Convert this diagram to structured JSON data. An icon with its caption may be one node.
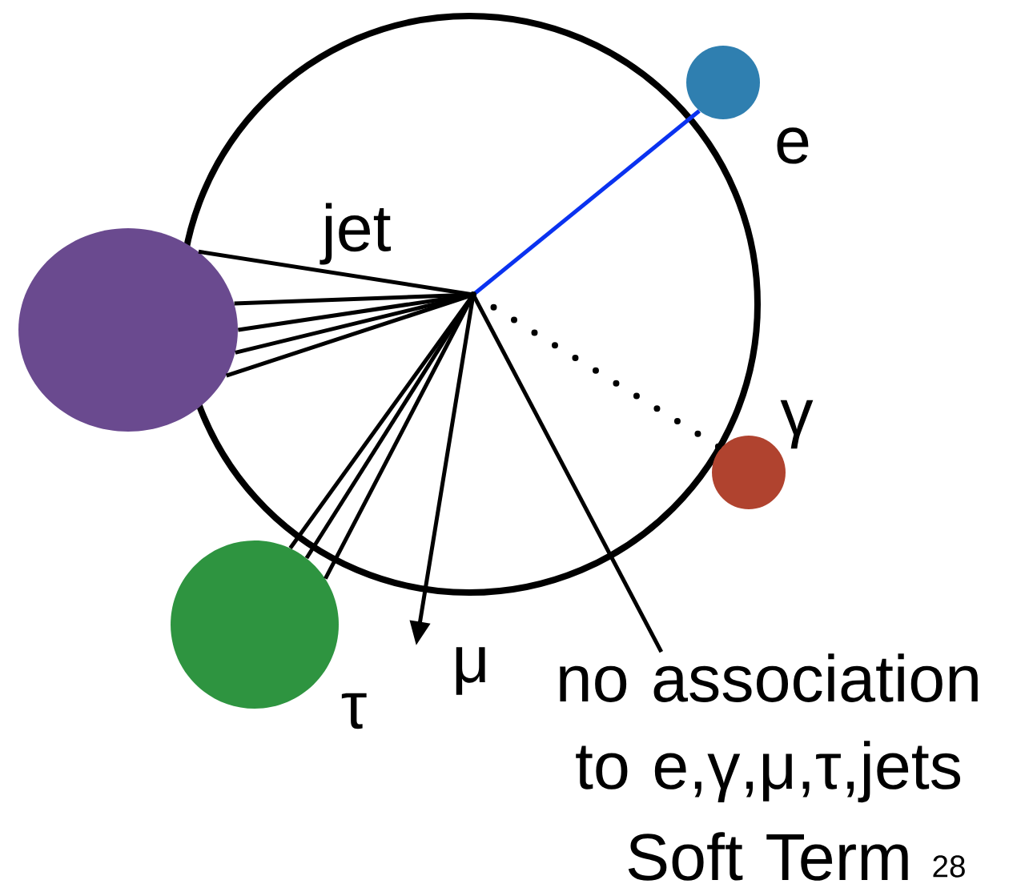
{
  "diagram": {
    "nodes": [
      {
        "text": [],
        "shape": "dot"
      },
      {
        "text": [],
        "shape": "circle",
        "beside": [
          "e"
        ]
      },
      {
        "text": [],
        "shape": "circle",
        "beside": [
          "jet"
        ]
      },
      {
        "text": [],
        "shape": "circle",
        "beside": [
          "γ"
        ]
      },
      {
        "text": [],
        "shape": "circle",
        "beside": [
          "τ"
        ]
      },
      {
        "text": [
          "μ"
        ]
      },
      {
        "text": [
          "no association to e,γ,μ,τ,jets",
          "Soft Term"
        ]
      }
    ],
    "edges": [
      {
        "from": 0,
        "to": 1,
        "arrow": "none",
        "color": "#0a32f0"
      },
      {
        "from": 0,
        "to": 2,
        "arrow": "none"
      },
      {
        "from": 0,
        "to": 2,
        "arrow": "none"
      },
      {
        "from": 0,
        "to": 2,
        "arrow": "none"
      },
      {
        "from": 0,
        "to": 2,
        "arrow": "none"
      },
      {
        "from": 0,
        "to": 2,
        "arrow": "none"
      },
      {
        "from": 0,
        "to": 3,
        "arrow": "none",
        "style": "dashed"
      },
      {
        "from": 0,
        "to": 4,
        "arrow": "none"
      },
      {
        "from": 0,
        "to": 4,
        "arrow": "none"
      },
      {
        "from": 0,
        "to": 4,
        "arrow": "none"
      },
      {
        "from": 0,
        "to": 5,
        "arrow": "to"
      },
      {
        "from": 0,
        "to": 6,
        "arrow": "none"
      }
    ],
    "labels": [
      "28"
    ]
  }
}
